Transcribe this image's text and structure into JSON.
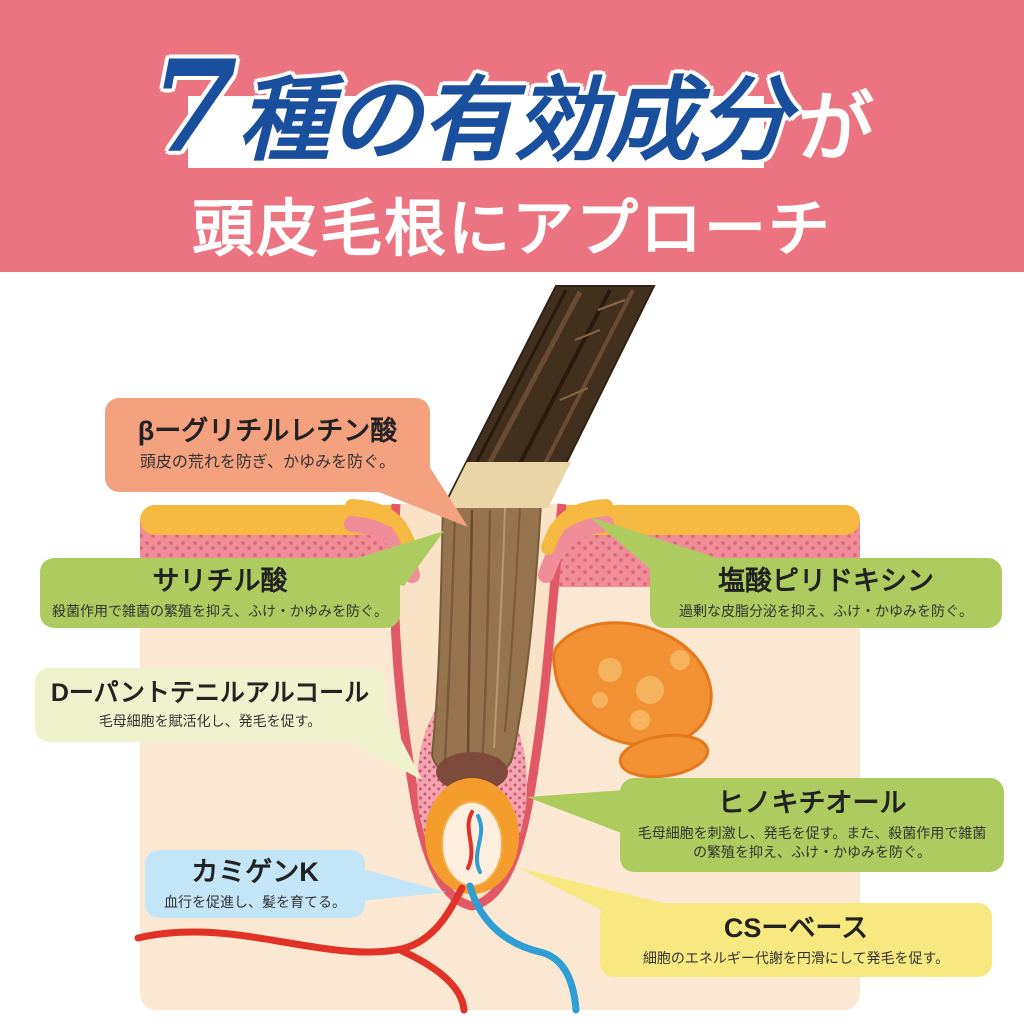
{
  "header": {
    "number": "7",
    "title": "種の有効成分",
    "suffix": "が",
    "subtitle": "頭皮毛根にアプローチ",
    "bg_color": "#ec7480",
    "title_color": "#1a4f9e"
  },
  "illustration_colors": {
    "skin_surface_layer": "#f5b840",
    "dermis_layer": "#ef8d99",
    "skin_base": "#fbe8d2",
    "hair_shaft": "#42301f",
    "follicle_outline": "#e15964",
    "bulb_glow": "#f59d2c",
    "sebaceous_gland": "#f19134",
    "artery_red": "#e03226",
    "vein_blue": "#2e9fd4"
  },
  "callouts": [
    {
      "title": "βーグリチルレチン酸",
      "desc": "頭皮の荒れを防ぎ、かゆみを防ぐ。",
      "color": "#f3a17f"
    },
    {
      "title": "サリチル酸",
      "desc": "殺菌作用で雑菌の繁殖を抑え、ふけ・かゆみを防ぐ。",
      "color": "#aecb5f"
    },
    {
      "title": "Dーパントテニルアルコール",
      "desc": "毛母細胞を賦活化し、発毛を促す。",
      "color": "#eff3cd"
    },
    {
      "title": "カミゲンK",
      "desc": "血行を促進し、髪を育てる。",
      "color": "#c3e5f8"
    },
    {
      "title": "塩酸ピリドキシン",
      "desc": "過剰な皮脂分泌を抑え、ふけ・かゆみを防ぐ。",
      "color": "#aecb5f"
    },
    {
      "title": "ヒノキチオール",
      "desc": "毛母細胞を刺激し、発毛を促す。また、殺菌作用で雑菌の繁殖を抑え、ふけ・かゆみを防ぐ。",
      "color": "#aecb5f"
    },
    {
      "title": "CSーベース",
      "desc": "細胞のエネルギー代謝を円滑にして発毛を促す。",
      "color": "#f7e97f"
    }
  ]
}
